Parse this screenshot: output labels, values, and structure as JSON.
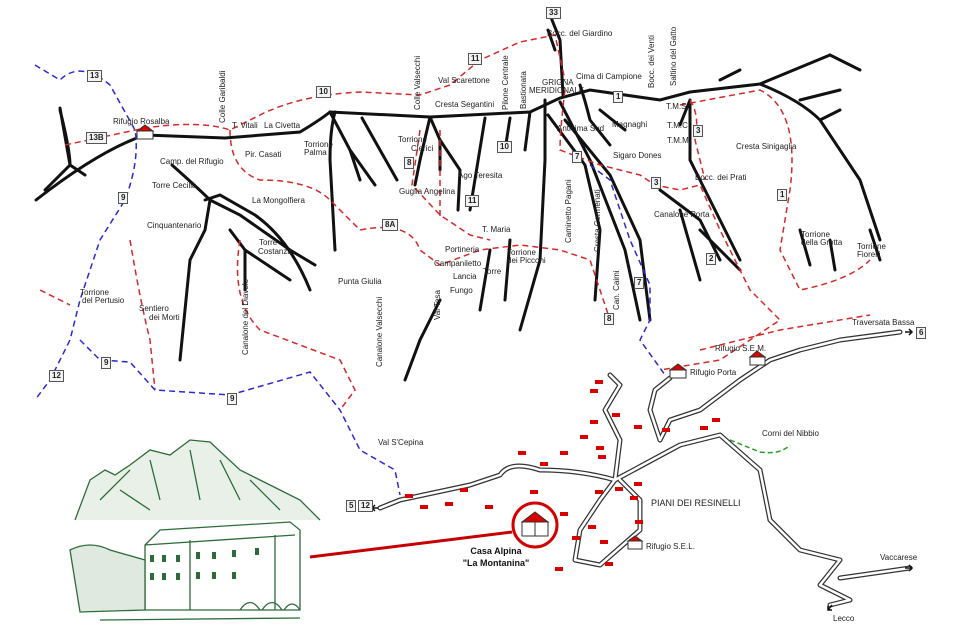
{
  "colors": {
    "ridge": "#111111",
    "trail_red": "#d42a2a",
    "trail_blue": "#2a2ad4",
    "trail_green": "#2aa02a",
    "road": "#333333",
    "building": "#d90000",
    "sketch": "#2e6b3a",
    "accent_circle": "#d40000"
  },
  "labels": [
    "Rifugio Rosalba",
    "Colle Garibaldi",
    "T. Vitali",
    "La Civetta",
    "Pir. Casati",
    "Torrione",
    "Palma",
    "Camp. del Rifugio",
    "Torre Cecilia",
    "La Mongolfiera",
    "Cinquantenario",
    "Torre",
    "Costanza",
    "Punta Giulia",
    "Torrione",
    "del Pertusio",
    "Sentiero",
    "dei Morti",
    "Canalone del Diavolo",
    "Canalone Valsecchi",
    "Val Tesa",
    "Colle Valsecchi",
    "Val Scarettone",
    "Cresta Segantini",
    "Torrione",
    "Clerici",
    "Guglia Angelina",
    "Ago Teresita",
    "Pilone Centrale",
    "Bastionata",
    "GRIGNA",
    "MERIDIONALE",
    "Bocc. del Giardino",
    "Cima di Campione",
    "Anticima Sud",
    "Magnaghi",
    "Sigaro Dones",
    "Bocc. dei Venti",
    "Saltino del Gatto",
    "T.M.S.",
    "T.M.C.",
    "T.M.M.",
    "Bocc. dei Prati",
    "Cresta Sinigaglia",
    "Canalone Porta",
    "Torrione",
    "della Grotta",
    "Torrione",
    "Fiorelli",
    "T. Maria",
    "Portineria",
    "Campaniletto",
    "Lancia",
    "Fungo",
    "Torre",
    "Torrione",
    "dei Picconi",
    "Caminetto Pagani",
    "Cresta Cermenati",
    "Can. Caimi",
    "Traversata Bassa",
    "Rifugio S.E.M.",
    "Rifugio Porta",
    "Corni del Nibbio",
    "Val S'Cepina",
    "PIANI DEI RESINELLI",
    "Rifugio S.E.L.",
    "Vaccarese",
    "Lecco"
  ],
  "trail_numbers": [
    "13",
    "13B",
    "9",
    "9",
    "12",
    "9",
    "10",
    "11",
    "33",
    "8",
    "8A",
    "11",
    "10",
    "7",
    "1",
    "3",
    "3",
    "2",
    "1",
    "7",
    "8",
    "6",
    "5",
    "12"
  ],
  "highlight": {
    "line1": "Casa Alpina",
    "line2": "\"La Montanina\""
  }
}
